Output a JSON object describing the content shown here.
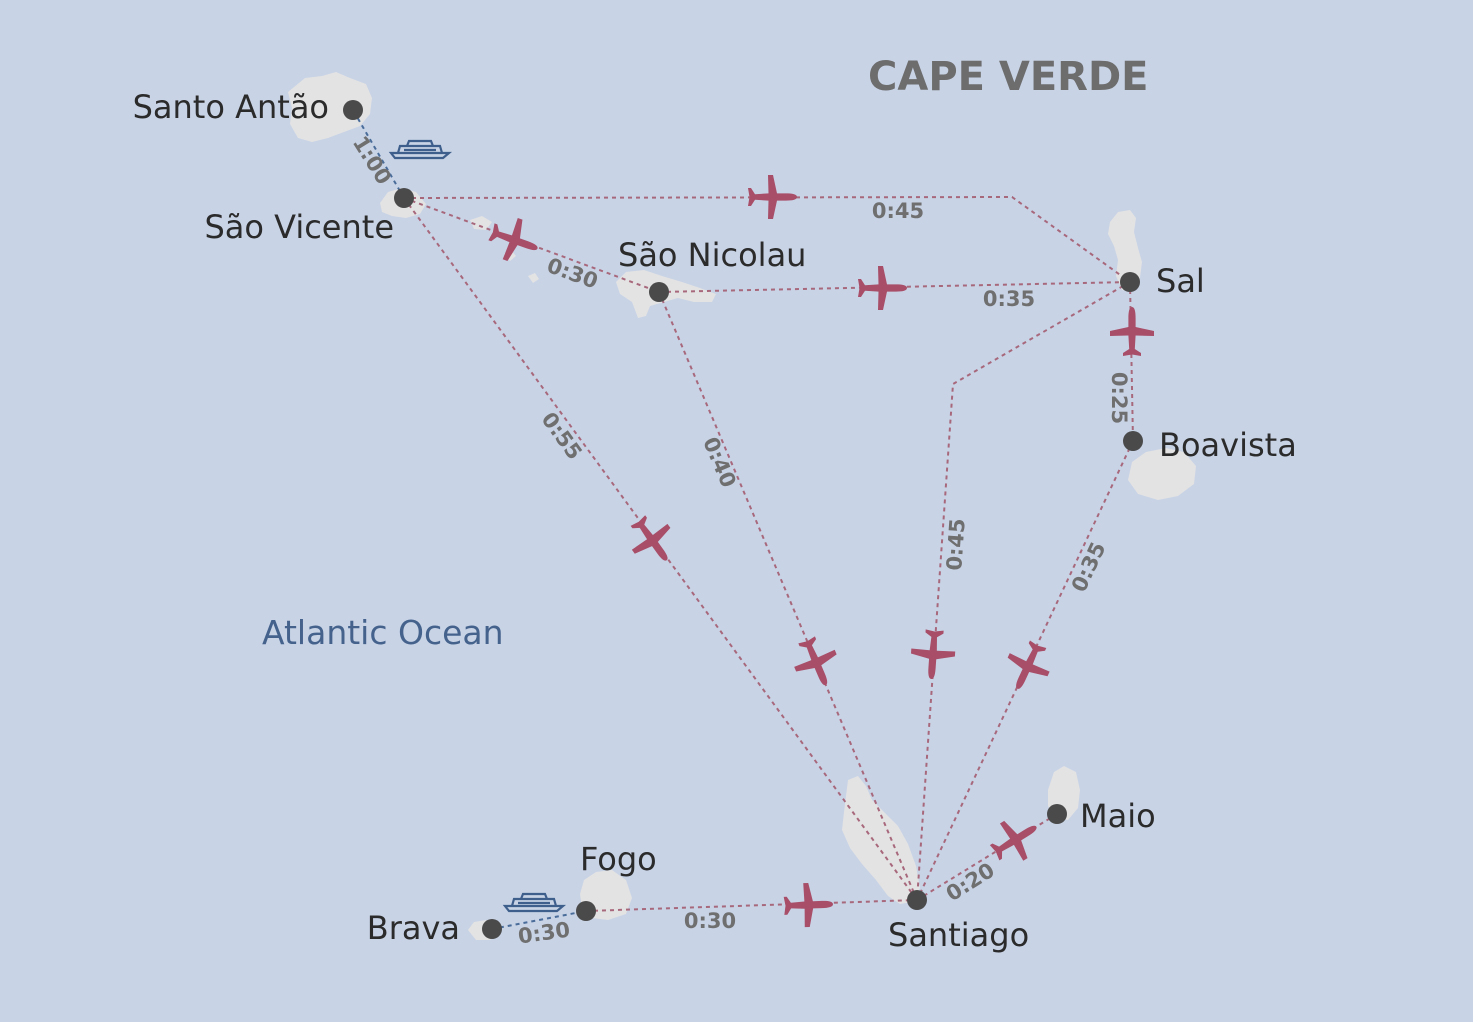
{
  "title": "CAPE VERDE",
  "ocean": "Atlantic Ocean",
  "colors": {
    "background": "#c8d3e6",
    "island": "#e3e3e3",
    "air_route": "#a8687c",
    "plane": "#a84e68",
    "ferry_route": "#4a6c99",
    "city_dot": "#4a4a4a"
  },
  "cities": {
    "santo_antao": "Santo Antão",
    "sao_vicente": "São Vicente",
    "sao_nicolau": "São Nicolau",
    "sal": "Sal",
    "boavista": "Boavista",
    "maio": "Maio",
    "santiago": "Santiago",
    "fogo": "Fogo",
    "brava": "Brava"
  },
  "routes": [
    {
      "from": "São Vicente",
      "to": "Santo Antão",
      "mode": "ferry",
      "time": "1:00"
    },
    {
      "from": "São Vicente",
      "to": "Sal",
      "mode": "air",
      "time": "0:45"
    },
    {
      "from": "São Vicente",
      "to": "São Nicolau",
      "mode": "air",
      "time": "0:30"
    },
    {
      "from": "São Nicolau",
      "to": "Sal",
      "mode": "air",
      "time": "0:35"
    },
    {
      "from": "Sal",
      "to": "Boavista",
      "mode": "air",
      "time": "0:25"
    },
    {
      "from": "São Vicente",
      "to": "Santiago",
      "mode": "air",
      "time": "0:55"
    },
    {
      "from": "São Nicolau",
      "to": "Santiago",
      "mode": "air",
      "time": "0:40"
    },
    {
      "from": "Sal",
      "to": "Santiago",
      "mode": "air",
      "time": "0:45"
    },
    {
      "from": "Boavista",
      "to": "Santiago",
      "mode": "air",
      "time": "0:35"
    },
    {
      "from": "Santiago",
      "to": "Maio",
      "mode": "air",
      "time": "0:20"
    },
    {
      "from": "Fogo",
      "to": "Santiago",
      "mode": "air",
      "time": "0:30"
    },
    {
      "from": "Brava",
      "to": "Fogo",
      "mode": "ferry",
      "time": "0:30"
    }
  ]
}
